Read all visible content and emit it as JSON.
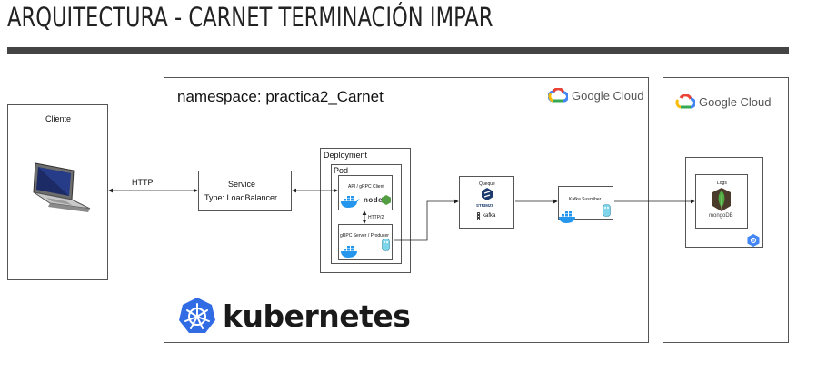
{
  "title": "ARQUITECTURA - CARNET TERMINACIÓN IMPAR",
  "client": {
    "label": "Cliente"
  },
  "http_label": "HTTP",
  "namespace": {
    "label": "namespace: practica2_Carnet"
  },
  "google_cloud": "Google Cloud",
  "service": {
    "title": "Service",
    "type": "Type: LoadBalancer"
  },
  "deployment": {
    "label": "Deployment",
    "pod": "Pod"
  },
  "api_client": {
    "label": "API / gRPC Client",
    "node_text": "node"
  },
  "http2_label": "HTTP/2",
  "grpc_server": {
    "label": "gRPC Server / Producer"
  },
  "queue": {
    "label": "Queque",
    "strimzi": "STRIMZI",
    "kafka": "kafka"
  },
  "kafka_subscriber": {
    "label": "Kafka Suscriber"
  },
  "logs": {
    "label": "Logs",
    "mongo": "mongoDB"
  },
  "kubernetes": "kubernetes",
  "colors": {
    "rule": "#444444",
    "k8s_blue": "#326CE5",
    "docker_blue": "#2496ED",
    "mongo_green": "#4FAA41",
    "node_green": "#539E43"
  }
}
